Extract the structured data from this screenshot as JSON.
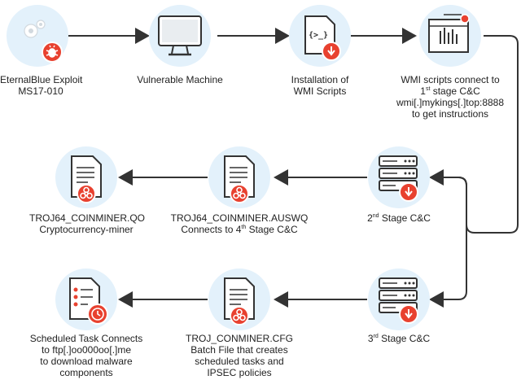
{
  "nodes": {
    "exploit": {
      "lines": [
        "EternalBlue Exploit",
        "MS17-010"
      ],
      "icon": "gear-bug-icon"
    },
    "machine": {
      "lines": [
        "Vulnerable Machine"
      ],
      "icon": "monitor-icon"
    },
    "wmi_install": {
      "lines": [
        "Installation of",
        "WMI Scripts"
      ],
      "icon": "script-download-icon"
    },
    "wmi_connect": {
      "line1a": "WMI scripts connect to",
      "line2a": "1",
      "line2sup": "st",
      "line2b": " stage C&C",
      "line3": "wmi[.]mykings[.]top:8888",
      "line4": "to get instructions",
      "icon": "terminal-icon"
    },
    "stage2": {
      "supNum": "2",
      "sup": "nd",
      "rest": " Stage C&C",
      "icon": "server-download-icon"
    },
    "auswq": {
      "line1": "TROJ64_COINMINER.AUSWQ",
      "line2a": "Connects to 4",
      "line2sup": "th",
      "line2b": " Stage C&C",
      "icon": "biohazard-document-icon"
    },
    "qo": {
      "lines": [
        "TROJ64_COINMINER.QO",
        "Cryptocurrency-miner"
      ],
      "icon": "biohazard-document-icon"
    },
    "stage3": {
      "supNum": "3",
      "sup": "rd",
      "rest": " Stage C&C",
      "icon": "server-download-icon"
    },
    "cfg": {
      "lines": [
        "TROJ_CONMINER.CFG",
        "Batch File that creates",
        "scheduled tasks and",
        "IPSEC policies"
      ],
      "icon": "biohazard-document-icon"
    },
    "task": {
      "lines": [
        "Scheduled Task Connects",
        "to ftp[.]oo000oo[.]me",
        "to download malware",
        "components"
      ],
      "icon": "checklist-clock-icon"
    }
  },
  "colors": {
    "circle": "#e3f1fb",
    "accent": "#e8412f",
    "stroke": "#333333",
    "connector": "#333333"
  }
}
